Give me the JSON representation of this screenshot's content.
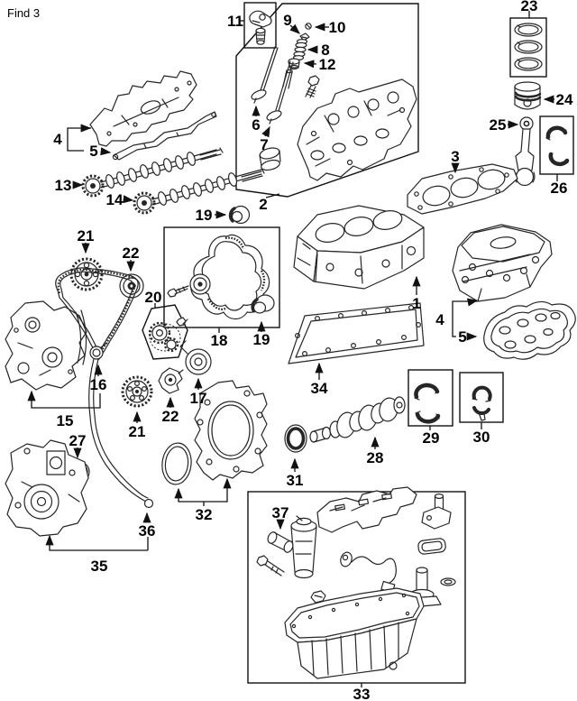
{
  "header": {
    "find_label": "Find 3"
  },
  "diagram": {
    "type": "exploded-parts-diagram",
    "colors": {
      "line": "#262626",
      "background": "#ffffff",
      "label": "#000000"
    },
    "callouts": {
      "c1": "1",
      "c2": "2",
      "c3": "3",
      "c4_left": "4",
      "c4_right": "4",
      "c5_left": "5",
      "c5_right": "5",
      "c6": "6",
      "c7": "7",
      "c8": "8",
      "c9": "9",
      "c10": "10",
      "c11": "11",
      "c12": "12",
      "c13": "13",
      "c14": "14",
      "c15": "15",
      "c16": "16",
      "c17": "17",
      "c18": "18",
      "c19_top": "19",
      "c19_mid": "19",
      "c20": "20",
      "c21_top": "21",
      "c21_bottom": "21",
      "c22_top": "22",
      "c22_bottom": "22",
      "c23": "23",
      "c24": "24",
      "c25": "25",
      "c26": "26",
      "c27": "27",
      "c28": "28",
      "c29": "29",
      "c30": "30",
      "c31": "31",
      "c32": "32",
      "c33": "33",
      "c34": "34",
      "c35": "35",
      "c36": "36",
      "c37": "37"
    }
  }
}
